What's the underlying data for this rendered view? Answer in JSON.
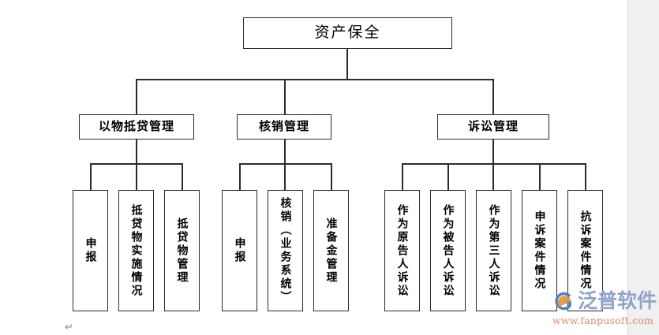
{
  "document": {
    "paragraph_mark": "↵"
  },
  "chart_data": {
    "type": "diagram",
    "diagram_type": "org-chart",
    "title": "资产保全",
    "root": {
      "label": "资产保全"
    },
    "level2": [
      {
        "label": "以物抵贷管理"
      },
      {
        "label": "核销管理"
      },
      {
        "label": "诉讼管理"
      }
    ],
    "leaves": {
      "以物抵贷管理": [
        "申报",
        "抵贷物实施情况",
        "抵贷物管理"
      ],
      "核销管理": [
        "申报",
        "核销（业务系统）",
        "准备金管理"
      ],
      "诉讼管理": [
        "作为原告人诉讼",
        "作为被告人诉讼",
        "作为第三人诉讼",
        "申诉案件情况",
        "抗诉案件情况"
      ]
    },
    "leaf_list": [
      "申报",
      "抵贷物实施情况",
      "抵贷物管理",
      "申报",
      "核销（业务系统）",
      "准备金管理",
      "作为原告人诉讼",
      "作为被告人诉讼",
      "作为第三人诉讼",
      "申诉案件情况",
      "抗诉案件情况"
    ],
    "colors": {
      "border": "#2b2b2b",
      "background": "#ffffff",
      "text": "#000000"
    }
  },
  "watermark": {
    "brand": "泛普软件",
    "url": "www.fanpusoft.com",
    "brand_color": "#8fa4c8",
    "url_color": "#d98b6a",
    "mark_blue": "#4a7fc1",
    "mark_orange": "#e2973f"
  }
}
